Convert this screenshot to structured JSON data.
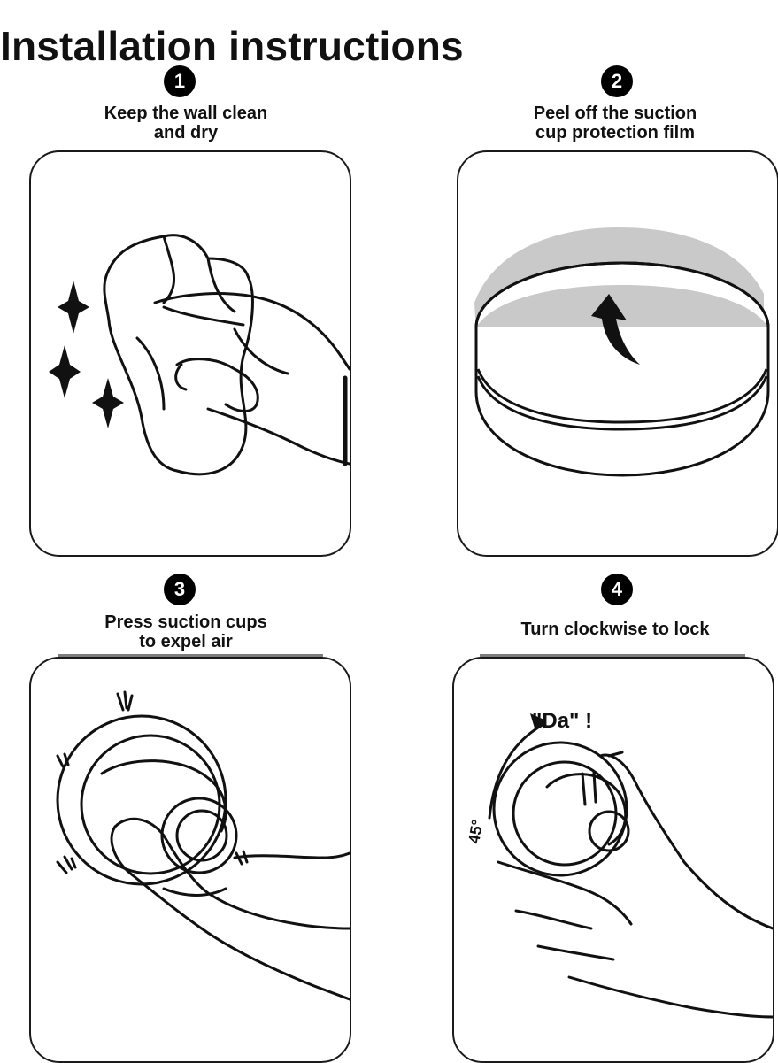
{
  "title": "Installation instructions",
  "steps": [
    {
      "number": "1",
      "caption": "Keep the wall clean\nand dry",
      "icon": "hand-wiping-cloth"
    },
    {
      "number": "2",
      "caption": "Peel off the suction\ncup protection film",
      "icon": "suction-cup-film"
    },
    {
      "number": "3",
      "caption": "Press suction cups\nto expel air",
      "icon": "hand-pressing-cup"
    },
    {
      "number": "4",
      "caption": "Turn clockwise to lock",
      "icon": "hand-turning-cup"
    }
  ],
  "annotations": {
    "sound": "\"Da\" !",
    "angle": "45°"
  }
}
